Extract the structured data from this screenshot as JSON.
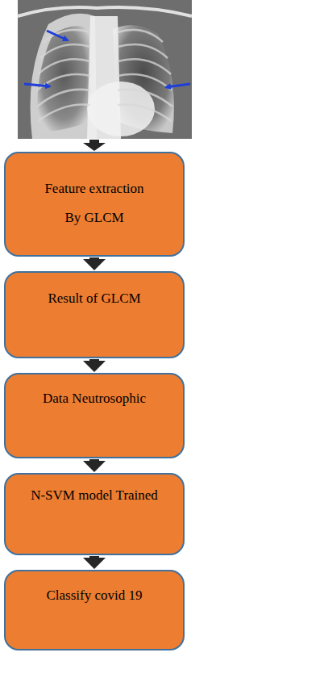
{
  "diagram": {
    "nodes": [
      {
        "text": [
          "Feature extraction",
          "By GLCM"
        ]
      },
      {
        "text": [
          "Result of GLCM"
        ]
      },
      {
        "text": [
          "Data Neutrosophic"
        ]
      },
      {
        "text": [
          "N-SVM model Trained"
        ]
      },
      {
        "text": [
          "Classify covid 19"
        ]
      }
    ],
    "edges": [
      {
        "from": 0,
        "to": 1,
        "arrow": "to"
      },
      {
        "from": 1,
        "to": 2,
        "arrow": "to"
      },
      {
        "from": 2,
        "to": 3,
        "arrow": "to"
      },
      {
        "from": 3,
        "to": 4,
        "arrow": "to"
      }
    ]
  }
}
